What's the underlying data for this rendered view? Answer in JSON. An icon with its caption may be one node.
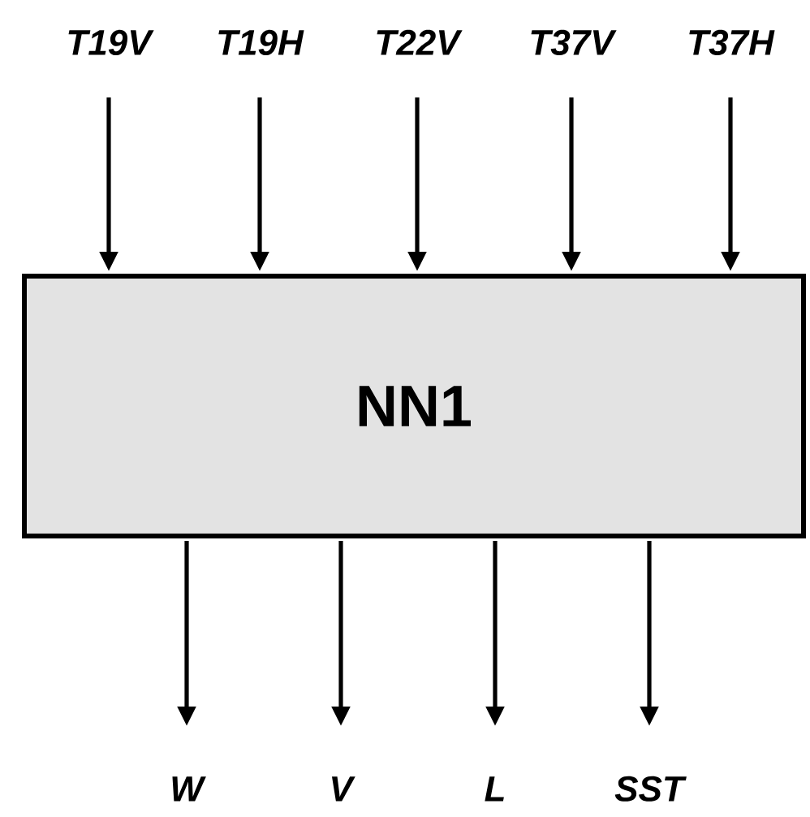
{
  "diagram": {
    "nodes": [
      {
        "text": [
          "T19V"
        ]
      },
      {
        "text": [
          "T19H"
        ]
      },
      {
        "text": [
          "T22V"
        ]
      },
      {
        "text": [
          "T37V"
        ]
      },
      {
        "text": [
          "T37H"
        ]
      },
      {
        "text": [
          "NN1"
        ]
      },
      {
        "text": [
          "W"
        ]
      },
      {
        "text": [
          "V"
        ]
      },
      {
        "text": [
          "L"
        ]
      },
      {
        "text": [
          "SST"
        ]
      }
    ],
    "edges": [
      {
        "from": 0,
        "to": 5,
        "arrow": "to"
      },
      {
        "from": 1,
        "to": 5,
        "arrow": "to"
      },
      {
        "from": 2,
        "to": 5,
        "arrow": "to"
      },
      {
        "from": 3,
        "to": 5,
        "arrow": "to"
      },
      {
        "from": 4,
        "to": 5,
        "arrow": "to"
      },
      {
        "from": 5,
        "to": 6,
        "arrow": "to"
      },
      {
        "from": 5,
        "to": 7,
        "arrow": "to"
      },
      {
        "from": 5,
        "to": 8,
        "arrow": "to"
      },
      {
        "from": 5,
        "to": 9,
        "arrow": "to"
      }
    ]
  }
}
